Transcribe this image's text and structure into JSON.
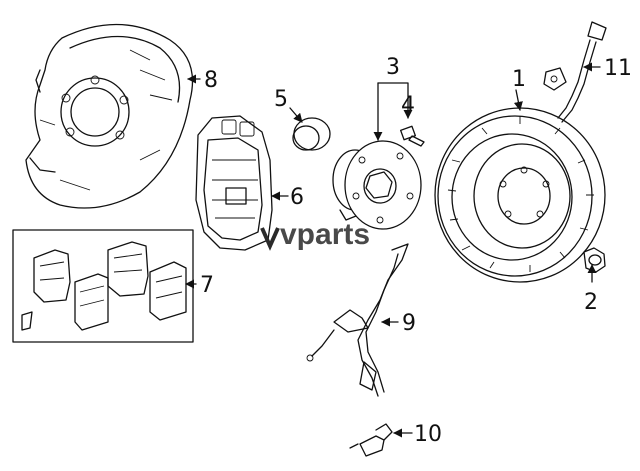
{
  "watermark": "vparts",
  "callouts": {
    "c1": "1",
    "c2": "2",
    "c3": "3",
    "c4": "4",
    "c5": "5",
    "c6": "6",
    "c7": "7",
    "c8": "8",
    "c9": "9",
    "c10": "10",
    "c11": "11"
  }
}
